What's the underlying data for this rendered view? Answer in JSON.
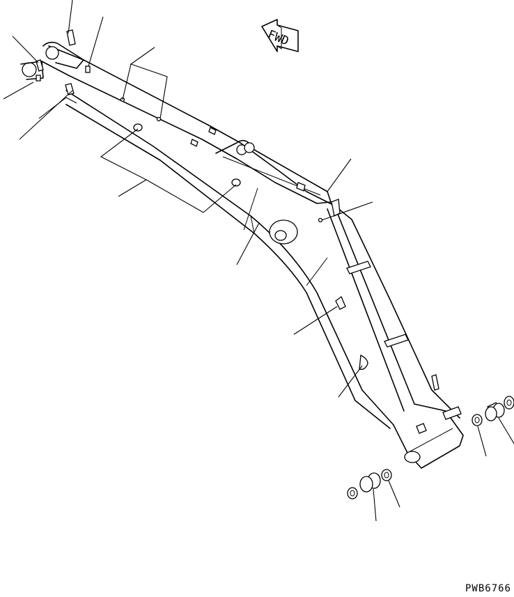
{
  "direction_marker": {
    "label": "FWD"
  },
  "drawing_code": "PWB6766",
  "parts": {
    "boom": "excavator-boom",
    "pins_and_bushings": [
      "bushing-left",
      "seal-left-outer",
      "seal-left-inner",
      "bushing-right",
      "seal-right-outer",
      "seal-right-inner"
    ]
  }
}
